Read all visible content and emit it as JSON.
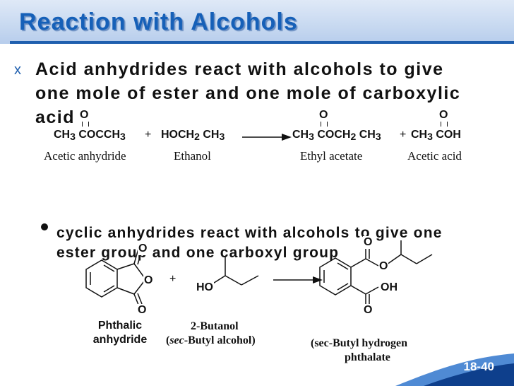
{
  "title": "Reaction with Alcohols",
  "bullet_marker": "x",
  "main_bullet": {
    "line1": "Acid anhydrides react with alcohols to give",
    "line2": "one mole of ester and one mole of carboxylic",
    "line3": "acid"
  },
  "equation1": {
    "carbonyl_o": "O",
    "anhydride": "CH3COCCH3",
    "plus": "+",
    "ethanol": "HOCH2CH3",
    "ester": "CH3COCH2CH3",
    "acid": "CH3COH",
    "labels": {
      "anhydride": "Acetic anhydride",
      "ethanol": "Ethanol",
      "ester": "Ethyl acetate",
      "acid": "Acetic acid"
    }
  },
  "sub_bullet": {
    "line1": "cyclic anhydrides react with alcohols to give one",
    "line2": "ester group and one carboxyl group"
  },
  "equation2": {
    "o": "O",
    "ho": "HO",
    "oh": "OH",
    "plus": "+",
    "phthalic_line1": "Phthalic",
    "phthalic_line2": "anhydride",
    "butanol_line1": "2-Butanol",
    "butanol_sec": "sec",
    "butanol_rest": "-Butyl alcohol)",
    "butanol_open": "(",
    "product_line1": "(sec-Butyl hydrogen",
    "product_line2": "phthalate"
  },
  "slide_number": "18-40",
  "colors": {
    "title": "#1660b8",
    "title_shadow": "#6b8fc2",
    "rule": "#1f5fae",
    "footer_dark": "#0e3f8c",
    "footer_light": "#4f8ad4"
  }
}
